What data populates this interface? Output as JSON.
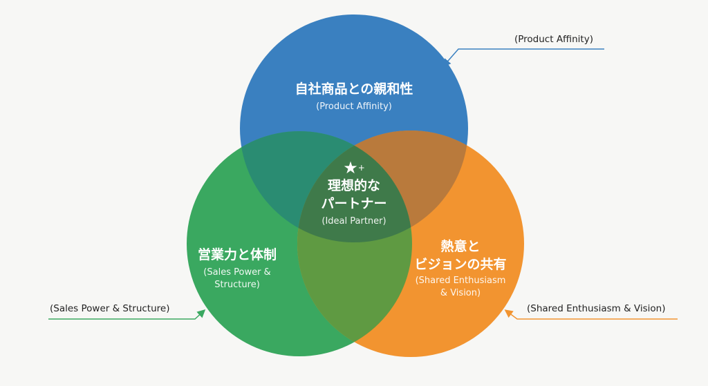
{
  "colors": {
    "blue": "#3a80c0",
    "green": "#3aa860",
    "orange": "#f29430",
    "center": "#3f7a4a"
  },
  "top": {
    "jp": "自社商品との親和性",
    "en": "(Product Affinity)"
  },
  "left": {
    "jp": "営業力と体制",
    "en1": "(Sales Power &",
    "en2": "Structure)"
  },
  "right": {
    "jp1": "熱意と",
    "jp2": "ビジョンの共有",
    "en1": "(Shared Enthusiasm",
    "en2": "& Vision)"
  },
  "center": {
    "icon": "star-sparkle-icon",
    "jp1": "理想的な",
    "jp2": "パートナー",
    "en": "(Ideal Partner)"
  },
  "callouts": {
    "top": "(Product Affinity)",
    "left": "(Sales Power & Structure)",
    "right": "(Shared Enthusiasm & Vision)"
  }
}
